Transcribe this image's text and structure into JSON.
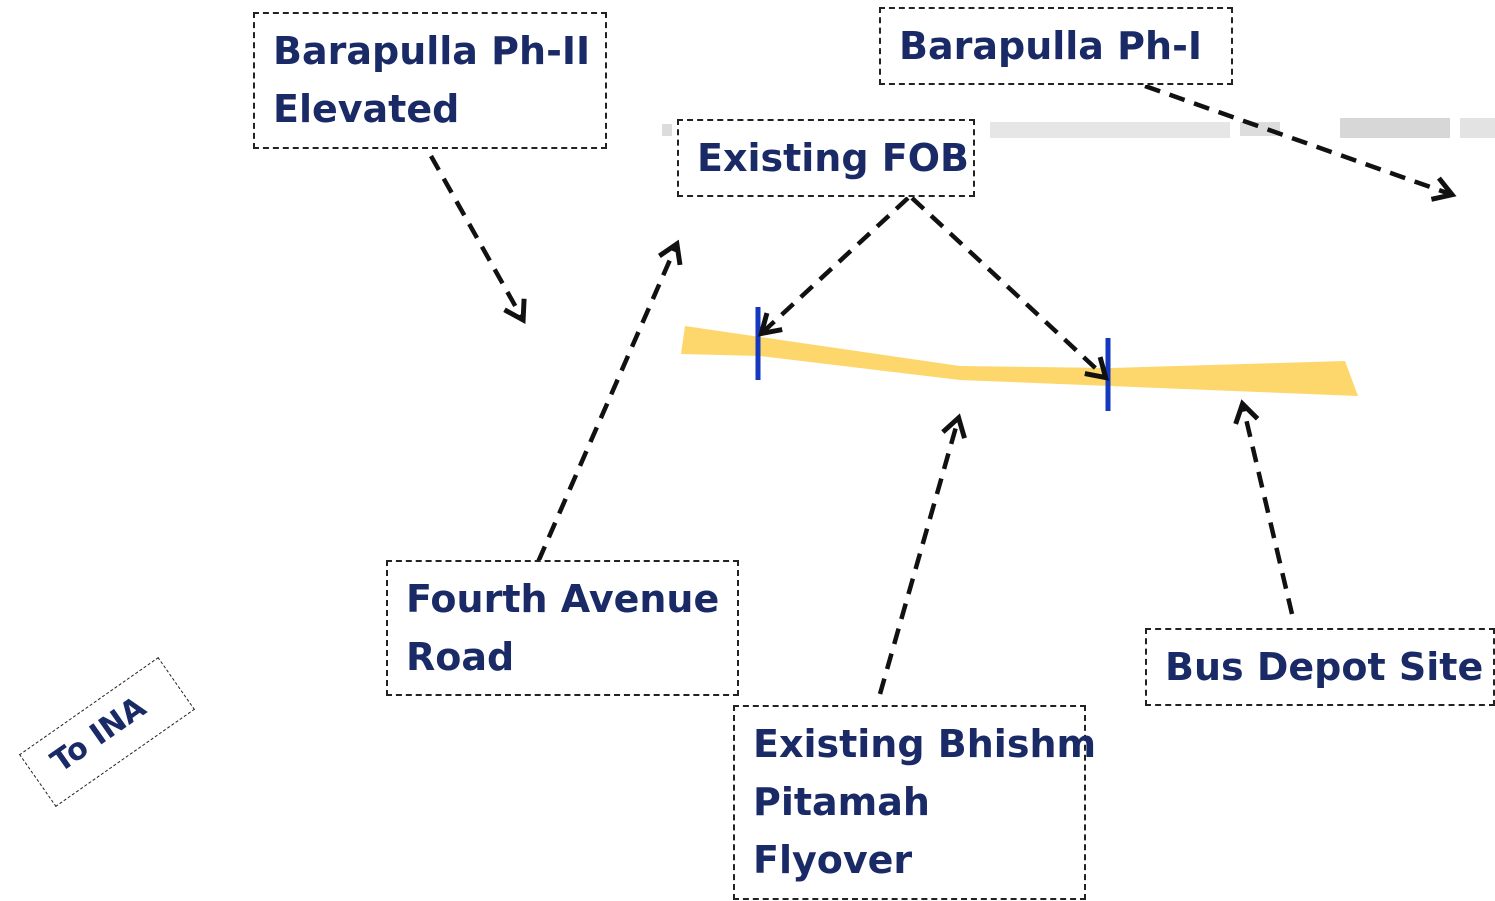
{
  "labels": {
    "barapulla_ph2": [
      "Barapulla Ph-II",
      "Elevated"
    ],
    "barapulla_ph1": [
      "Barapulla Ph-I"
    ],
    "existing_fob": [
      "Existing FOB"
    ],
    "fourth_avenue": [
      "Fourth Avenue",
      "Road"
    ],
    "bhishm_pitamah": [
      "Existing Bhishm",
      "Pitamah",
      "Flyover"
    ],
    "bus_depot": [
      "Bus Depot Site"
    ],
    "to_ina": [
      "To INA"
    ]
  },
  "colors": {
    "label_text": "#1a2a66",
    "road": "#fdd76b",
    "fob_marker": "#1538c0",
    "arrow": "#111111",
    "background": "#ffffff"
  }
}
